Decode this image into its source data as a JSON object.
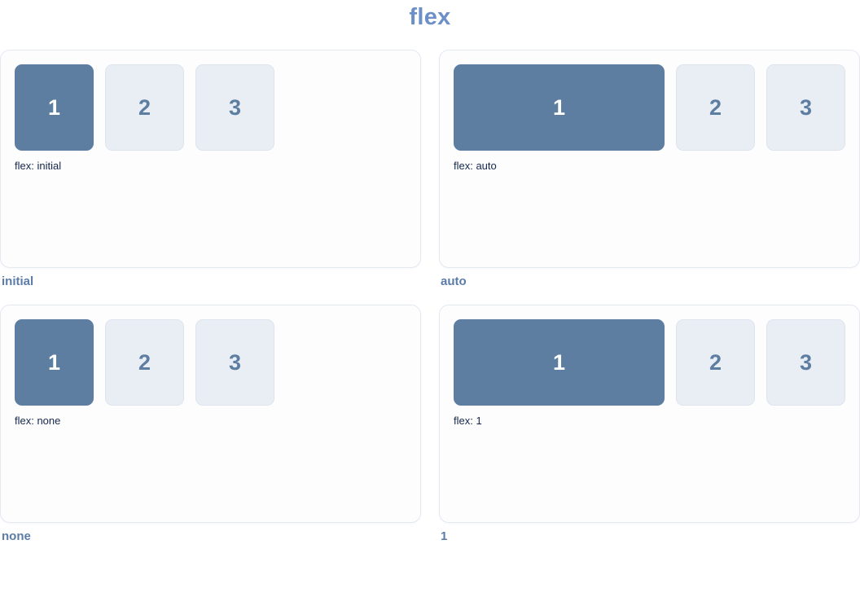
{
  "page": {
    "title": "flex"
  },
  "colors": {
    "title": "#6b8fc6",
    "highlight_box_bg": "#5d7da1",
    "highlight_box_text": "#ffffff",
    "box_bg": "#e9eef5",
    "box_border": "#dde4ee",
    "box_text": "#5d7da1",
    "panel_bg": "#fdfdfe",
    "panel_border": "#e4e9f1",
    "caption_text": "#14274b",
    "label_text": "#5b7ca8"
  },
  "panels": [
    {
      "label": "initial",
      "caption": "flex: initial",
      "boxes": [
        "1",
        "2",
        "3"
      ],
      "first_item_grows": false
    },
    {
      "label": "auto",
      "caption": "flex: auto",
      "boxes": [
        "1",
        "2",
        "3"
      ],
      "first_item_grows": true
    },
    {
      "label": "none",
      "caption": "flex: none",
      "boxes": [
        "1",
        "2",
        "3"
      ],
      "first_item_grows": false
    },
    {
      "label": "1",
      "caption": "flex: 1",
      "boxes": [
        "1",
        "2",
        "3"
      ],
      "first_item_grows": true
    }
  ]
}
